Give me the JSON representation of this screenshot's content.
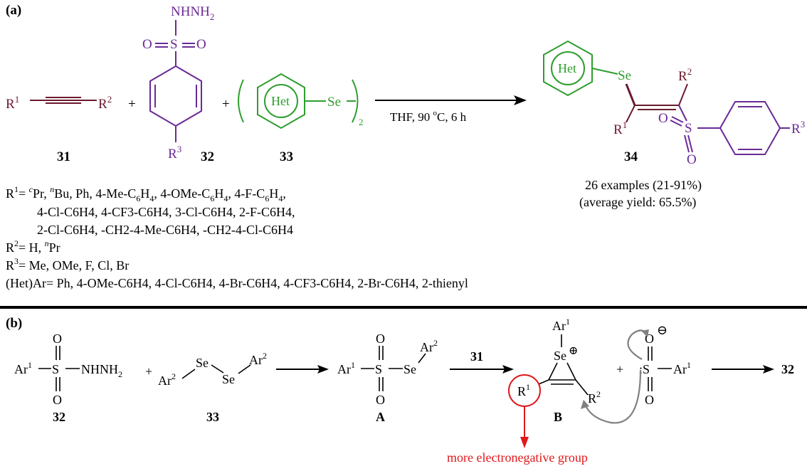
{
  "panel_a": {
    "label_a": "(a)",
    "reagent_31": {
      "r1": "R",
      "r1_sup": "1",
      "r2": "R",
      "r2_sup": "2",
      "number": "31"
    },
    "plus": "+",
    "reagent_32": {
      "hydrazide": "NHNH",
      "hydrazide_sub": "2",
      "o_left": "O",
      "s": "S",
      "o_right": "O",
      "r3": "R",
      "r3_sup": "3",
      "number": "32"
    },
    "reagent_33": {
      "het": "Het",
      "se": "Se",
      "sub2": "2",
      "number": "33"
    },
    "conditions": {
      "pre": "THF, 90 ",
      "deg": "o",
      "post": "C, 6 h"
    },
    "product_34": {
      "het": "Het",
      "se": "Se",
      "r1": "R",
      "r1_sup": "1",
      "r2": "R",
      "r2_sup": "2",
      "s": "S",
      "o": "O",
      "r3": "R",
      "r3_sup": "3",
      "number": "34"
    },
    "yield_line1": "26 examples (21-91%)",
    "yield_line2": "(average yield: 65.5%)",
    "sub_r1_lead": "R",
    "sub_r1_sup": "1",
    "sub_r1_eq": "= ",
    "sub_r1_c": "c",
    "sub_r1_pr": "Pr, ",
    "sub_r1_n": "n",
    "sub_r1_rest": "Bu, Ph, 4-Me-C",
    "sub_r1_l1": "6",
    "sub_r1_l1b": "H",
    "sub_r1_l1c": "4",
    "sub_r1_l1d": ", 4-OMe-C",
    "sub_r1_l1e": ", 4-F-C",
    "sub_r1_line2": "4-Cl-C6H4, 4-CF3-C6H4, 3-Cl-C6H4, 2-F-C6H4,",
    "sub_r1_line3": "2-Cl-C6H4, -CH2-4-Me-C6H4, -CH2-4-Cl-C6H4",
    "sub_r2_lead": "R",
    "sub_r2_sup": "2",
    "sub_r2_body": "= H, ",
    "sub_r2_n": "n",
    "sub_r2_pr": "Pr",
    "sub_r3_lead": "R",
    "sub_r3_sup": "3",
    "sub_r3_body": "= Me, OMe, F, Cl, Br",
    "sub_het": "(Het)Ar= Ph, 4-OMe-C6H4, 4-Cl-C6H4, 4-Br-C6H4, 4-CF3-C6H4, 2-Br-C6H4, 2-thienyl"
  },
  "panel_b": {
    "label_b": "(b)",
    "ar": "Ar",
    "ar1_sup": "1",
    "ar2_sup": "2",
    "s": "S",
    "o": "O",
    "nhnh": "NHNH",
    "nhnh_sub": "2",
    "se": "Se",
    "plus": "+",
    "num_32": "32",
    "num_33": "33",
    "label_A": "A",
    "arrow_31": "31",
    "label_B": "B",
    "r1": "R",
    "r1_sup": "1",
    "r2": "R",
    "r2_sup": "2",
    "plus_charge": "⊕",
    "minus_charge": "⊖",
    "colon_s": ":S",
    "product": "32",
    "annotation": "more electronegative group"
  },
  "colors": {
    "purple": "#6a2a96",
    "green": "#2e9e2e",
    "maroon": "#6b1a2e",
    "red": "#e0181b",
    "gray": "#808080"
  }
}
